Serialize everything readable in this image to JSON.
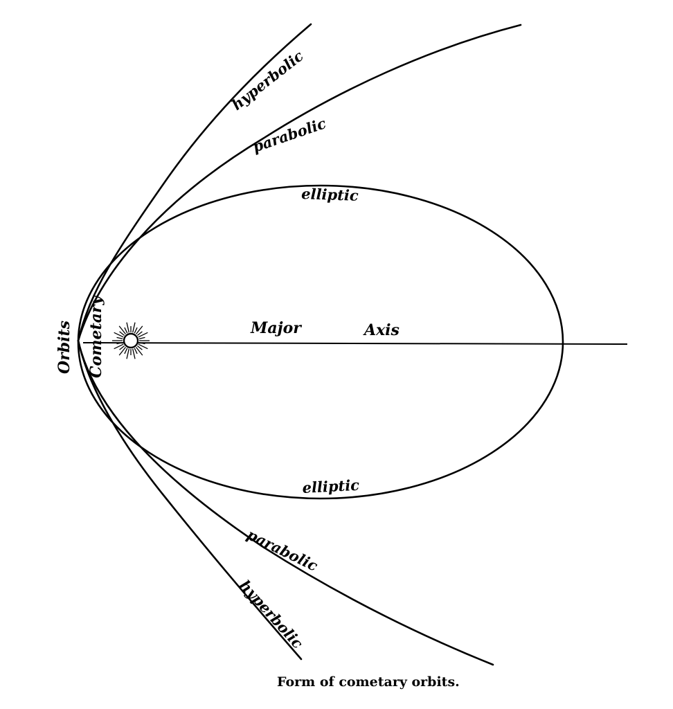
{
  "labels": {
    "hyperbolic_upper": "hyperbolic",
    "parabolic_upper": "parabolic",
    "elliptic_upper": "elliptic",
    "major": "Major",
    "axis": "Axis",
    "elliptic_lower": "elliptic",
    "parabolic_lower": "parabolic",
    "hyperbolic_lower": "hyperbolic",
    "orbits": "Orbits",
    "cometary": "Cometary"
  },
  "caption": "Form of cometary orbits.",
  "icons": {
    "sun": "sun-icon"
  },
  "colors": {
    "ink": "#000000",
    "paper": "#ffffff"
  }
}
